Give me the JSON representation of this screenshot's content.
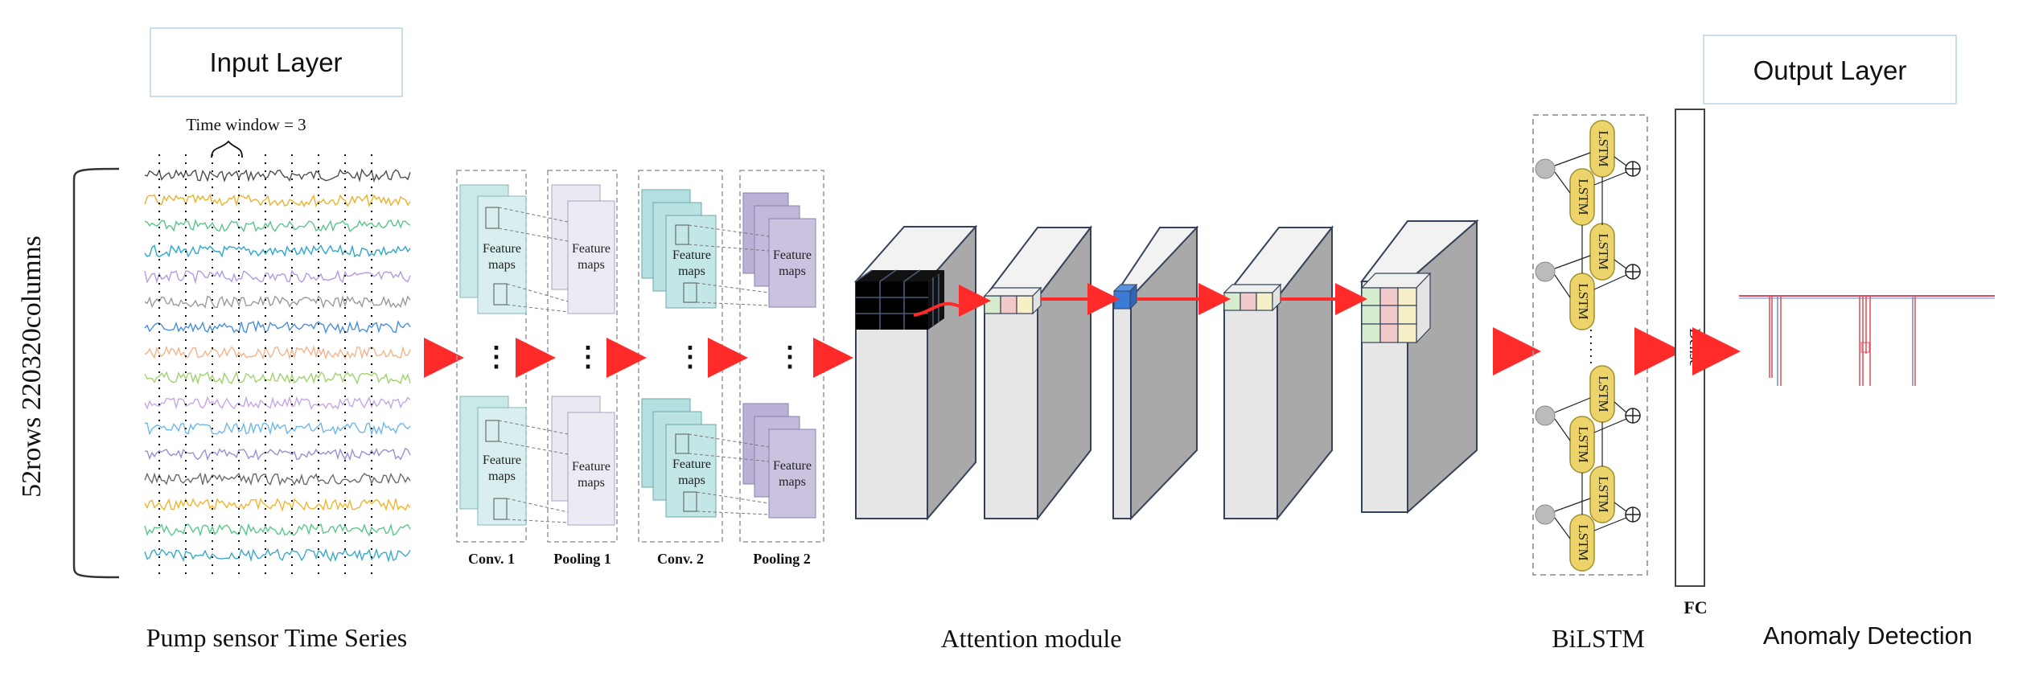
{
  "header": {
    "input_layer": "Input Layer",
    "output_layer": "Output Layer",
    "time_window": "Time window = 3"
  },
  "input": {
    "rows_columns": "52rows 220320columns",
    "caption": "Pump sensor Time Series"
  },
  "cnn": {
    "conv1": "Conv. 1",
    "pool1": "Pooling 1",
    "conv2": "Conv. 2",
    "pool2": "Pooling 2",
    "feature_maps_line1": "Feature",
    "feature_maps_line2": "maps",
    "dots": "⋮"
  },
  "attention": {
    "caption": "Attention module"
  },
  "bilstm": {
    "cell_label": "LSTM",
    "caption": "BiLSTM"
  },
  "fc": {
    "dense": "Dense",
    "caption": "FC"
  },
  "output": {
    "caption": "Anomaly Detection"
  },
  "colors": {
    "arrow": "#ff2a2a",
    "conv": "#bfe4e4",
    "pool1": "#e6e3ef",
    "pool2": "#c8bfdc",
    "lstm": "#ecd46a",
    "series": [
      "#4d4d4d",
      "#e8b32c",
      "#5cc48a",
      "#2fa7c9",
      "#b49ae0",
      "#9a9a9a",
      "#4a8fd8",
      "#f3b48c",
      "#9fd36c",
      "#c7a6e8",
      "#6fb7e9",
      "#9c8fd6",
      "#6b6b6b",
      "#f0b52d",
      "#59c987",
      "#3aa9c8"
    ]
  }
}
